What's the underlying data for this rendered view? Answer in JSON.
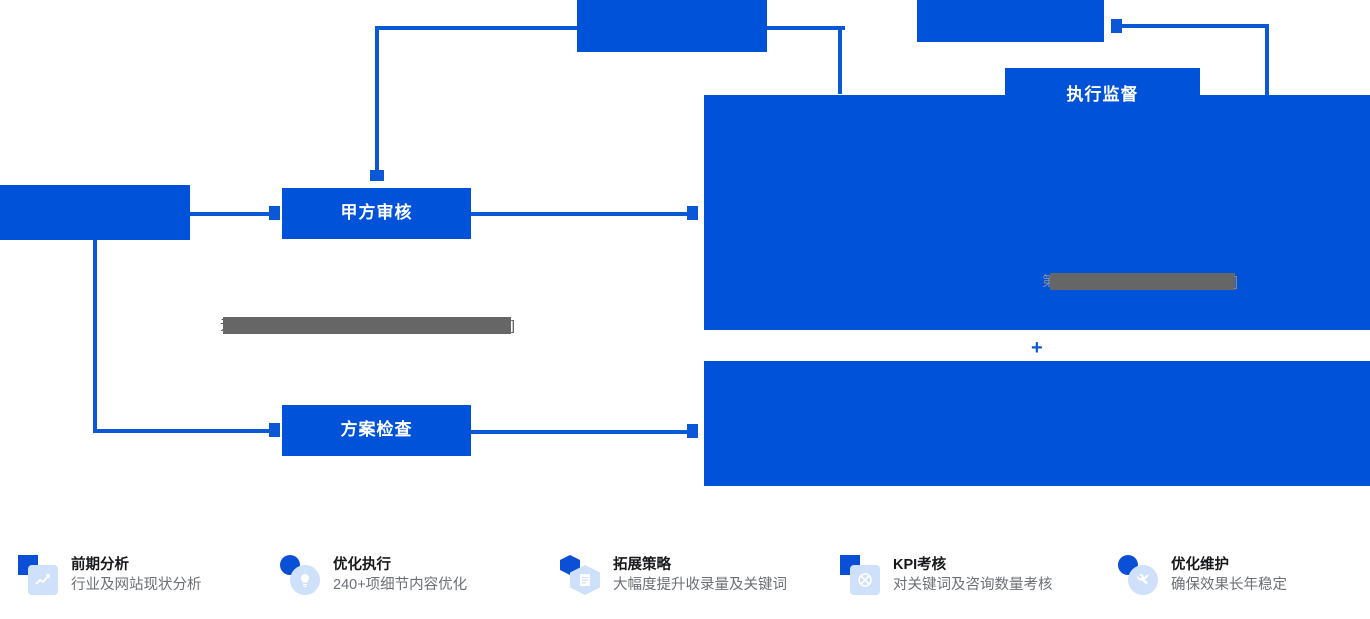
{
  "diagram": {
    "nodes": [
      {
        "name": "node-top-center",
        "label": ""
      },
      {
        "name": "node-top-right",
        "label": ""
      },
      {
        "name": "node-left-entry",
        "label": ""
      },
      {
        "name": "node-party-a-review",
        "label": "甲方审核"
      },
      {
        "name": "node-plan-check",
        "label": "方案检查"
      },
      {
        "name": "node-execution-supervision",
        "label": "执行监督"
      },
      {
        "name": "panel-right-upper",
        "label": ""
      },
      {
        "name": "panel-right-lower",
        "label": ""
      }
    ],
    "plus_label": "+",
    "redacted_notes": [
      {
        "name": "redacted-note-left",
        "lead": "无",
        "trail": "]"
      },
      {
        "name": "redacted-note-right",
        "lead": "第",
        "trail": "]"
      }
    ]
  },
  "features": [
    {
      "icon": "chart-analysis-icon",
      "badge_shape": "square",
      "title": "前期分析",
      "desc": "行业及网站现状分析"
    },
    {
      "icon": "lightbulb-icon",
      "badge_shape": "round",
      "title": "优化执行",
      "desc": "240+项细节内容优化"
    },
    {
      "icon": "strategy-hexagon-icon",
      "badge_shape": "hex",
      "title": "拓展策略",
      "desc": "大幅度提升收录量及关键词"
    },
    {
      "icon": "target-kpi-icon",
      "badge_shape": "square",
      "title": "KPI考核",
      "desc": "对关键词及咨询数量考核"
    },
    {
      "icon": "wrench-maintenance-icon",
      "badge_shape": "round",
      "title": "优化维护",
      "desc": "确保效果长年稳定"
    }
  ],
  "colors": {
    "brand_blue": "#0052d9",
    "connector_blue": "#0a58d6",
    "badge_blue": "#0a4fd6",
    "plate_blue": "#cfe0fb",
    "redact_grey": "#666666",
    "title_text": "#17181a",
    "desc_text": "#6b6f76"
  }
}
